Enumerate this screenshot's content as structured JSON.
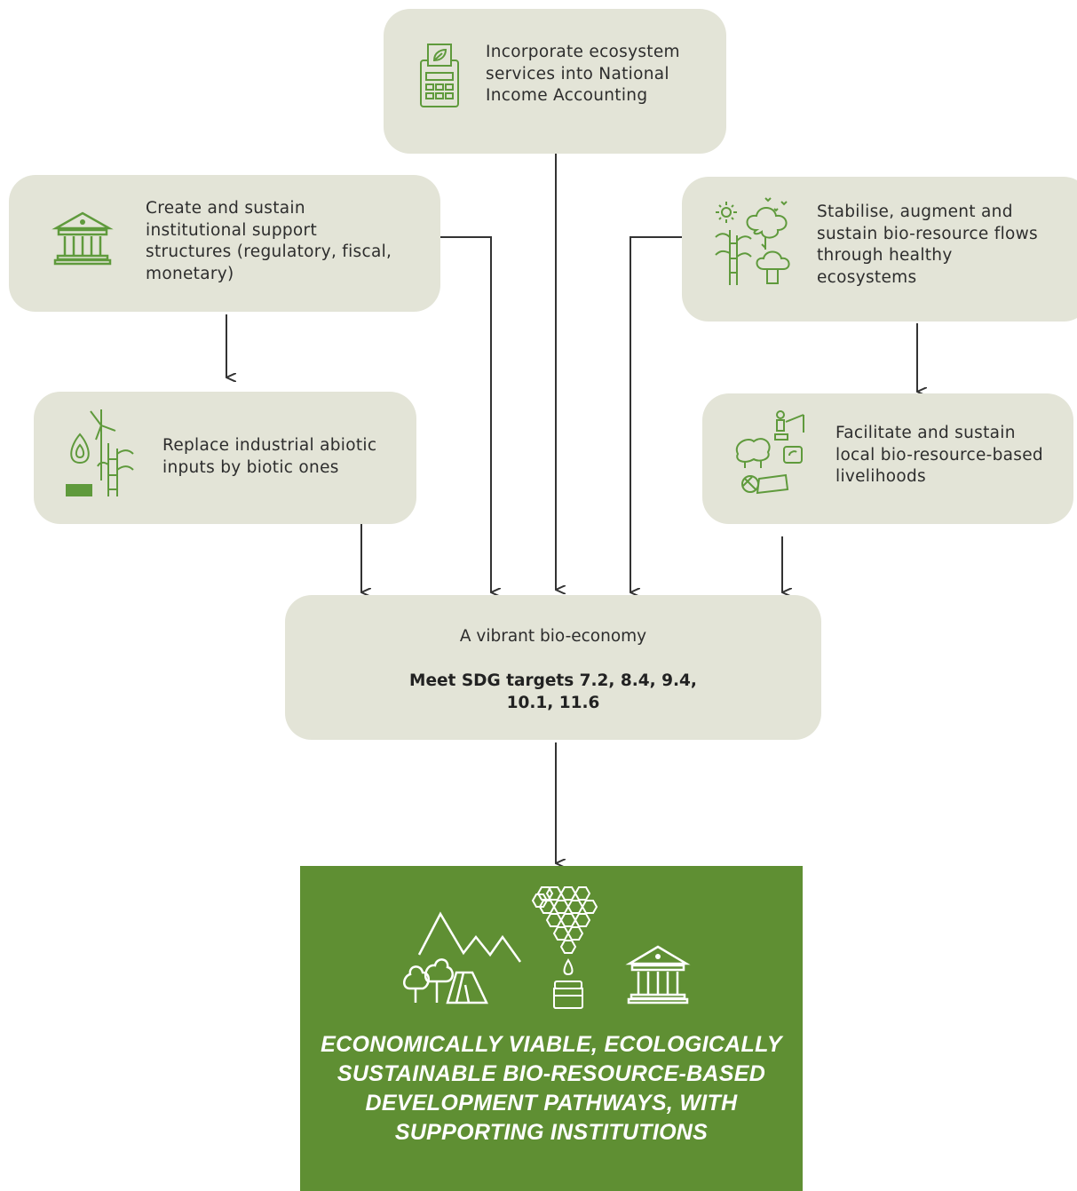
{
  "nodes": {
    "ecosystem_accounting": {
      "label": "Incorporate ecosystem services into National Income Accounting",
      "icon": "calculator-leaf-icon"
    },
    "institutional_support": {
      "label": "Create and sustain institutional support structures (regulatory, fiscal, monetary)",
      "icon": "institution-building-icon"
    },
    "bio_resource_flows": {
      "label": "Stabilise, augment and sustain bio-resource flows through healthy ecosystems",
      "icon": "forest-bamboo-birds-icon"
    },
    "replace_inputs": {
      "label": "Replace industrial abiotic inputs by biotic ones",
      "icon": "biofuel-wind-bamboo-icon"
    },
    "livelihoods": {
      "label": "Facilitate and sustain local bio-resource-based livelihoods",
      "icon": "sheep-fishing-crafts-icon"
    },
    "bio_economy": {
      "label": "A vibrant bio-economy",
      "sdg": "Meet SDG targets 7.2, 8.4, 9.4, 10.1, 11.6"
    }
  },
  "outcome": {
    "text": "Economically viable, ecologically sustainable bio-resource-based development pathways, with supporting institutions",
    "icons": [
      "mountain-forest-tent-icon",
      "honeycomb-honey-jar-icon",
      "institution-building-icon"
    ]
  },
  "colors": {
    "box_fill": "#e3e4d7",
    "icon_green": "#5f9a3c",
    "outcome_fill": "#5f8f33",
    "arrow": "#333333",
    "outcome_text": "#ffffff"
  }
}
